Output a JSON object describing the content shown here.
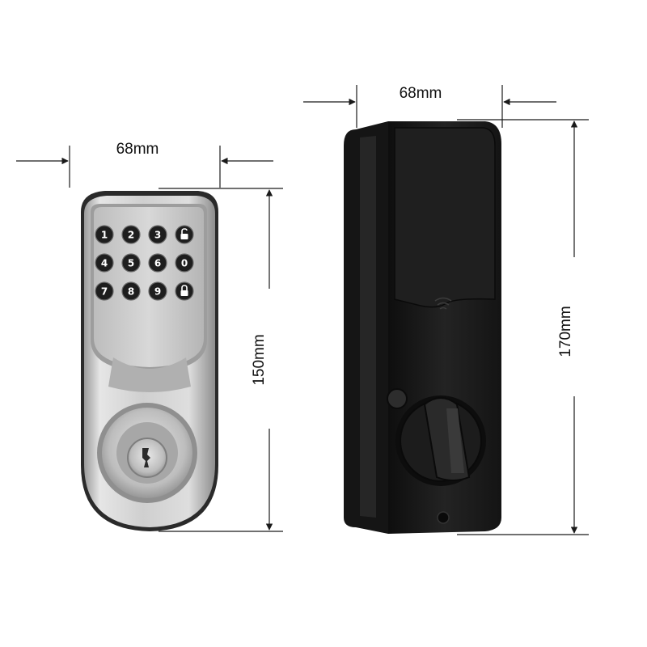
{
  "dimensions": {
    "front_width": "68mm",
    "front_height": "150mm",
    "back_width": "68mm",
    "back_height": "170mm"
  },
  "keypad": {
    "keys": [
      {
        "label": "1",
        "icon": ""
      },
      {
        "label": "2",
        "icon": ""
      },
      {
        "label": "3",
        "icon": ""
      },
      {
        "label": "",
        "icon": "unlock-icon"
      },
      {
        "label": "4",
        "icon": ""
      },
      {
        "label": "5",
        "icon": ""
      },
      {
        "label": "6",
        "icon": ""
      },
      {
        "label": "0",
        "icon": ""
      },
      {
        "label": "7",
        "icon": ""
      },
      {
        "label": "8",
        "icon": ""
      },
      {
        "label": "9",
        "icon": ""
      },
      {
        "label": "",
        "icon": "lock-icon"
      }
    ]
  },
  "colors": {
    "front_finish": "#c9c9c9",
    "back_finish": "#1b1b1b",
    "key": "#1e1e1e",
    "dimension_line": "#1a1a1a"
  }
}
